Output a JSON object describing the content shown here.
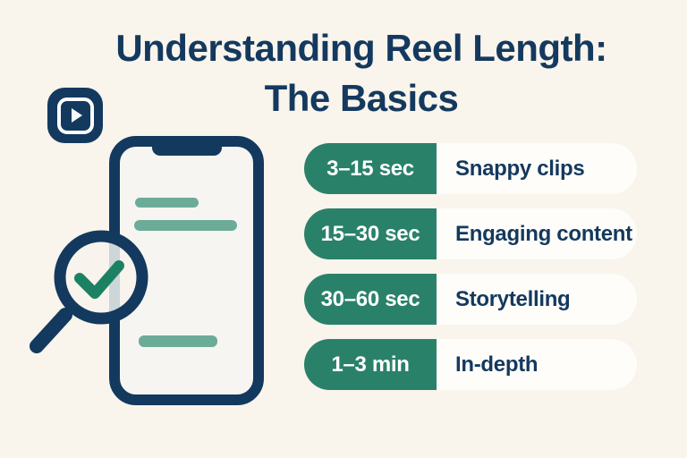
{
  "title": {
    "line1": "Understanding Reel Length:",
    "line2": "The Basics"
  },
  "reel_lengths": {
    "rows": [
      {
        "duration": "3–15 sec",
        "description": "Snappy clips"
      },
      {
        "duration": "15–30 sec",
        "description": "Engaging content"
      },
      {
        "duration": "30–60 sec",
        "description": "Storytelling"
      },
      {
        "duration": "1–3 min",
        "description": "In-depth"
      }
    ]
  },
  "icons": {
    "play_icon": "play-triangle-in-rounded-square",
    "magnifier_icon": "magnifying-glass-with-checkmark",
    "check_icon": "checkmark",
    "phone_icon": "smartphone-outline"
  },
  "colors": {
    "background": "#f9f4ec",
    "navy": "#14395e",
    "badge_green": "#2a8169",
    "teal_light_bars": "#6cab98",
    "check_green": "#1c8162",
    "pill_white": "#fefdfa",
    "lens_stripe_gray": "#cdd6d8",
    "phone_screen": "#f6f5f1"
  }
}
